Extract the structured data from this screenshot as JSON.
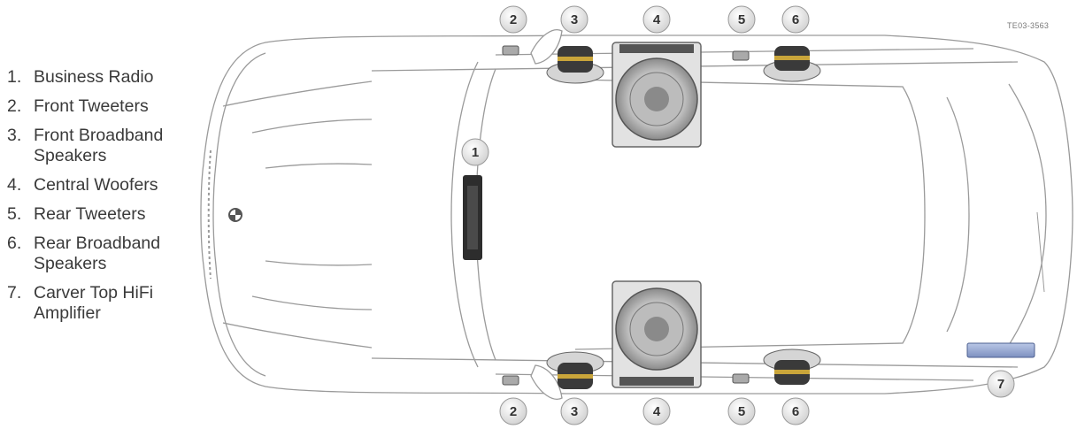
{
  "figure_code": "TE03-3563",
  "legend": [
    {
      "num": "1.",
      "label": "Business Radio"
    },
    {
      "num": "2.",
      "label": "Front Tweeters"
    },
    {
      "num": "3.",
      "label": "Front Broadband Speakers"
    },
    {
      "num": "4.",
      "label": "Central Woofers"
    },
    {
      "num": "5.",
      "label": "Rear Tweeters"
    },
    {
      "num": "6.",
      "label": "Rear Broadband Speakers"
    },
    {
      "num": "7.",
      "label": "Carver Top HiFi Amplifier"
    }
  ],
  "callouts": {
    "c1": "1",
    "c2": "2",
    "c3": "3",
    "c4": "4",
    "c5": "5",
    "c6": "6",
    "c7": "7"
  }
}
